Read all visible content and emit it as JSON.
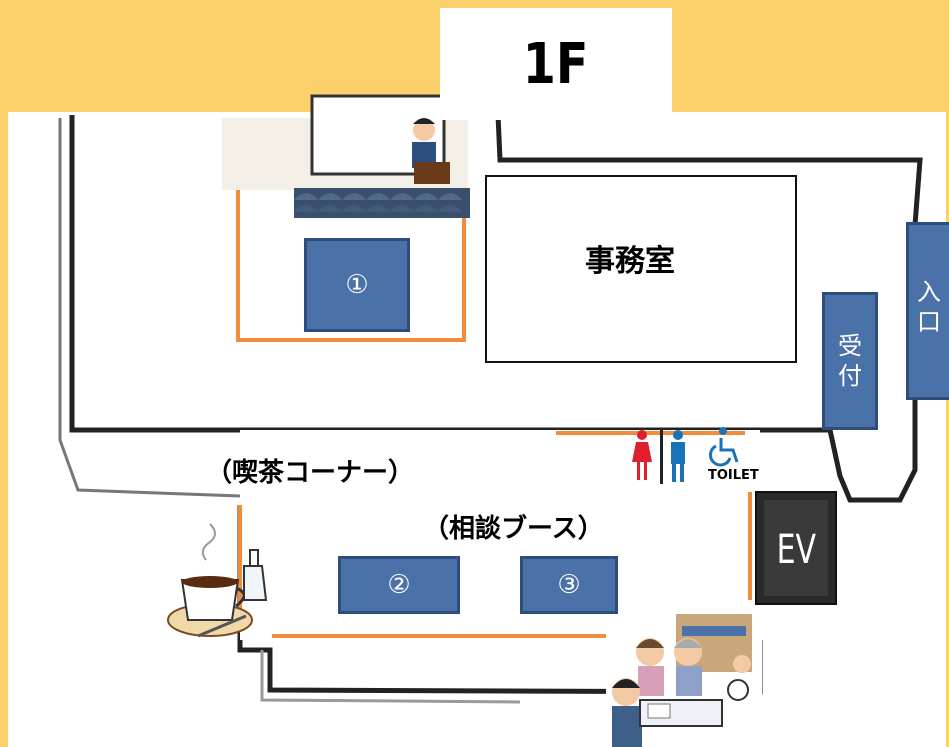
{
  "floor_title": "1F",
  "rooms": {
    "room1": "①",
    "room2": "②",
    "room3": "③"
  },
  "office_label": "事務室",
  "reception_chars": [
    "受",
    "付"
  ],
  "entrance_chars": [
    "入",
    "口"
  ],
  "cafe_label": "（喫茶コーナー）",
  "consult_label": "（相談ブース）",
  "toilet_label": "TOILET",
  "elevator_label": "EV",
  "colors": {
    "background": "#fcd16b",
    "floor": "#ffffff",
    "room_fill": "#4a72a8",
    "orange_outline": "#f08c3a",
    "toilet_red": "#e01f2d",
    "toilet_blue": "#1a73b8"
  },
  "icons": [
    "lecture-illustration",
    "coffee-cup-icon",
    "consultation-illustration",
    "toilet-sign-icon",
    "wheelchair-icon"
  ]
}
